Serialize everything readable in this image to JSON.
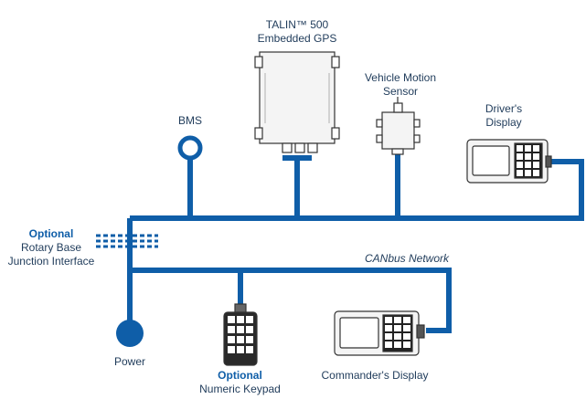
{
  "colors": {
    "bus": "#0f5ea8",
    "text": "#1f3b5a",
    "accent": "#0f5ea8",
    "device_outline": "#333333"
  },
  "labels": {
    "gps_line1": "TALIN™ 500",
    "gps_line2": "Embedded GPS",
    "vms_line1": "Vehicle Motion",
    "vms_line2": "Sensor",
    "bms": "BMS",
    "drivers_line1": "Driver's",
    "drivers_line2": "Display",
    "optional_rotary": "Optional",
    "rotary_line1": "Rotary Base",
    "rotary_line2": "Junction Interface",
    "canbus": "CANbus Network",
    "power": "Power",
    "optional_keypad": "Optional",
    "keypad_line2": "Numeric Keypad",
    "commanders": "Commander's Display"
  },
  "icons": {
    "gps": "gps-unit-icon",
    "vms": "motion-sensor-icon",
    "bms": "bms-ring-icon",
    "drivers_display": "display-unit-icon",
    "commanders_display": "display-unit-icon",
    "keypad": "numeric-keypad-icon",
    "power": "power-node-icon"
  }
}
